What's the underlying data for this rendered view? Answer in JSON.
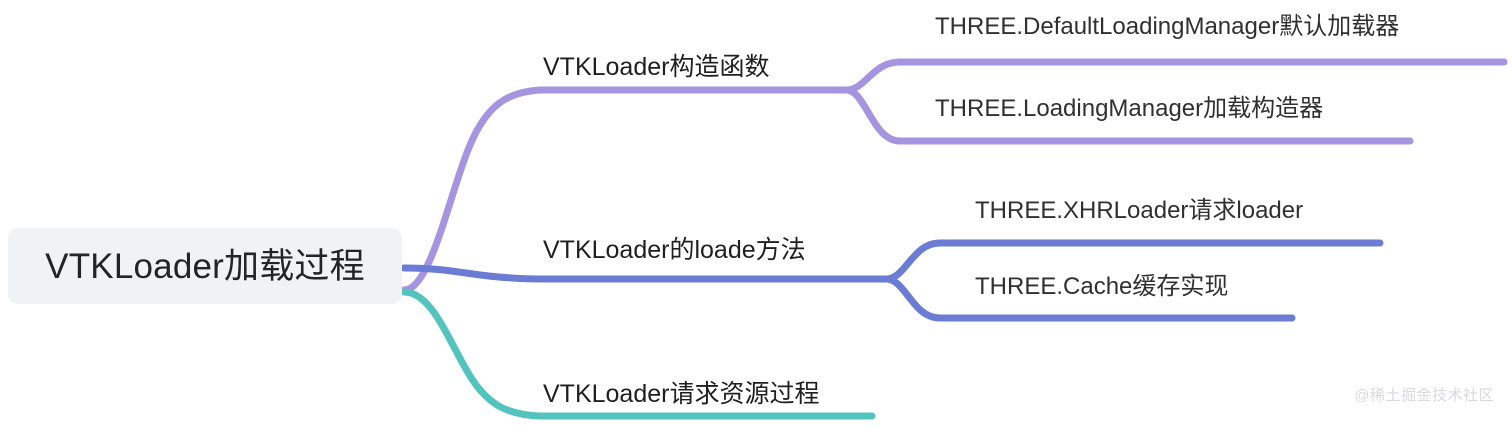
{
  "diagram": {
    "type": "mindmap",
    "background_color": "#ffffff",
    "root": {
      "label": "VTKLoader加载过程",
      "background_color": "#f1f2f3",
      "text_color": "#242424"
    },
    "branches": [
      {
        "label": "VTKLoader构造函数",
        "color": "#a594e0",
        "children": [
          {
            "label": "THREE.DefaultLoadingManager默认加载器"
          },
          {
            "label": "THREE.LoadingManager加载构造器"
          }
        ]
      },
      {
        "label": "VTKLoader的loade方法",
        "color": "#6b7cd4",
        "children": [
          {
            "label": "THREE.XHRLoader请求loader"
          },
          {
            "label": "THREE.Cache缓存实现"
          }
        ]
      },
      {
        "label": "VTKLoader请求资源过程",
        "color": "#53c4bd",
        "children": []
      }
    ],
    "watermark": "@稀土掘金技术社区"
  }
}
